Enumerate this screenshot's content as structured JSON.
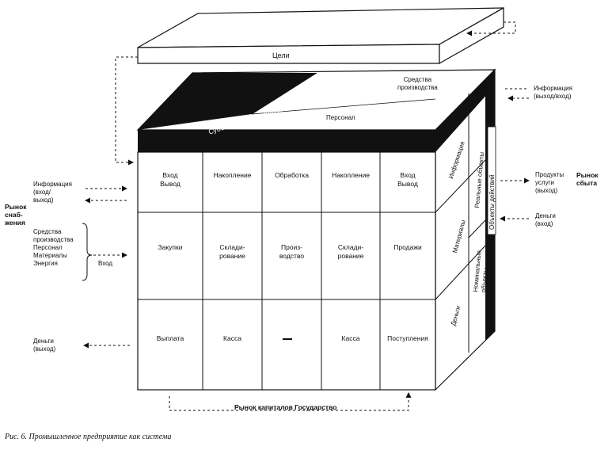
{
  "lid_label": "Цели",
  "top_face": {
    "subjects": "Субъекты (потенциал) действия",
    "personnel": "Персонал",
    "means": [
      "Средства",
      "производства"
    ]
  },
  "rows": [
    [
      "Вход Вывод",
      "Накопление",
      "Обработка",
      "Накопление",
      "Вход Вывод"
    ],
    [
      "Закупки",
      "Склади-рование",
      "Произ-водство",
      "Склади-рование",
      "Продажи"
    ],
    [
      "Выплата",
      "Касса",
      "—",
      "Касса",
      "Поступления"
    ]
  ],
  "cells": {
    "r0": [
      [
        "Вход",
        "Вывод"
      ],
      [
        "Накопление"
      ],
      [
        "Обработка"
      ],
      [
        "Накопление"
      ],
      [
        "Вход",
        "Вывод"
      ]
    ],
    "r1": [
      [
        "Закупки"
      ],
      [
        "Склади-",
        "рование"
      ],
      [
        "Произ-",
        "водство"
      ],
      [
        "Склади-",
        "рование"
      ],
      [
        "Продажи"
      ]
    ],
    "r2": [
      [
        "Выплата"
      ],
      [
        "Касса"
      ],
      [
        "—"
      ],
      [
        "Касса"
      ],
      [
        "Поступления"
      ]
    ]
  },
  "side_face": {
    "information": "Информация",
    "materials": "Материалы",
    "money": "Деньги",
    "real_objects": "Реальные объекты",
    "nominal_objects": [
      "Номинальные",
      "объекты"
    ],
    "action_objects": "Объекты действий"
  },
  "left": {
    "info": [
      "Информация",
      "(вход/",
      "выход)"
    ],
    "market": [
      "Рынок",
      "снаб-",
      "жения"
    ],
    "inputs": [
      "Средства",
      "производства",
      "Персонал",
      "Материалы",
      "Энергия"
    ],
    "input_word": "Вход",
    "money_out": [
      "Деньги",
      "(выход)"
    ]
  },
  "right": {
    "info": [
      "Информация",
      "(выход/вход)"
    ],
    "products": [
      "Продукты",
      "услуги",
      "(выход)"
    ],
    "market": [
      "Рынок",
      "сбыта"
    ],
    "money_in": [
      "Деньги",
      "(вход)"
    ]
  },
  "bottom_label": "Рынок капиталов Государство",
  "caption": "Рис. 6. Промышленное предприятие как система"
}
